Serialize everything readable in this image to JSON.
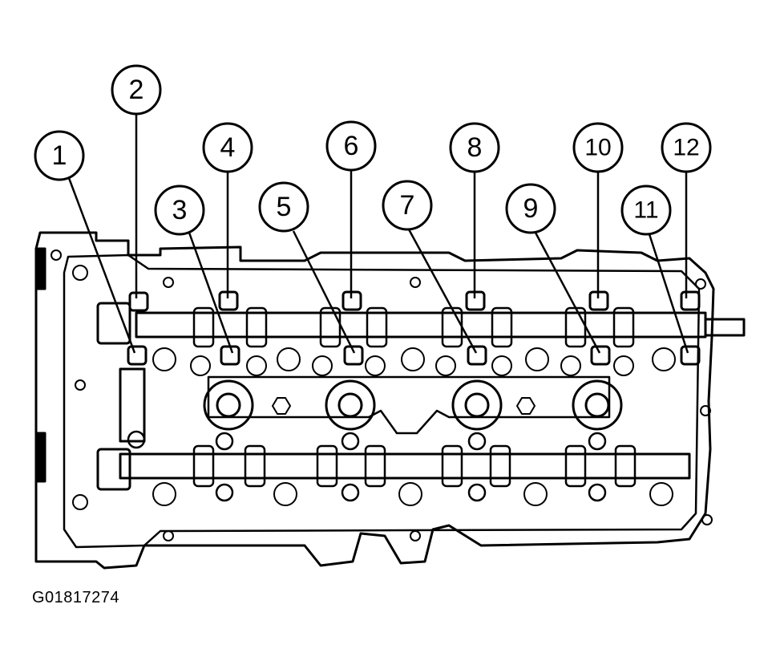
{
  "figure_code": "G01817274",
  "callouts": [
    {
      "label": "1"
    },
    {
      "label": "2"
    },
    {
      "label": "3"
    },
    {
      "label": "4"
    },
    {
      "label": "5"
    },
    {
      "label": "6"
    },
    {
      "label": "7"
    },
    {
      "label": "8"
    },
    {
      "label": "9"
    },
    {
      "label": "10"
    },
    {
      "label": "11"
    },
    {
      "label": "12"
    }
  ],
  "colors": {
    "ink": "#000000",
    "paper": "#ffffff"
  }
}
